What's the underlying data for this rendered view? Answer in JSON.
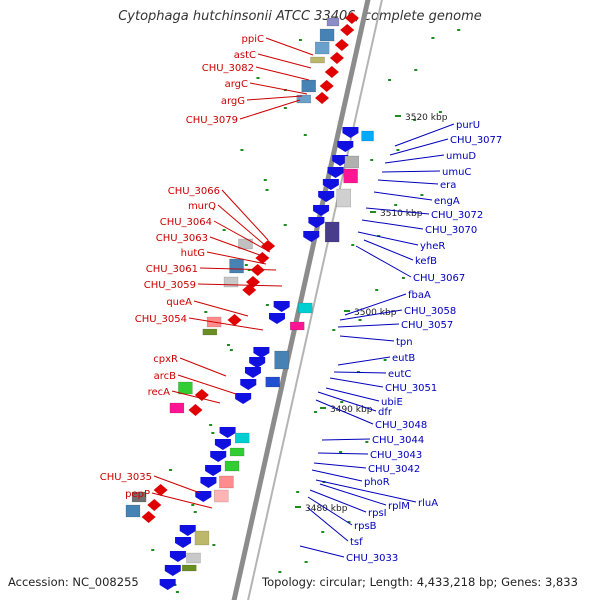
{
  "title": "Cytophaga hutchinsonii ATCC 33406, complete genome",
  "accession": "Accession: NC_008255",
  "topology": "Topology: circular; Length: 4,433,218 bp; Genes: 3,833",
  "colors": {
    "reverse_strand": "#e00000",
    "forward_strand": "#1010e0",
    "reverse_label": "#cc0000",
    "forward_label": "#0000bb",
    "backbone": "#8c8c8c",
    "tick": "#1e8c1e"
  },
  "scale_labels": [
    "3520 kbp",
    "3510 kbp",
    "3500 kbp",
    "3490 kbp",
    "3480 kbp"
  ],
  "left_labels": [
    "ppiC",
    "astC",
    "CHU_3082",
    "argC",
    "argG",
    "CHU_3079",
    "CHU_3066",
    "murQ",
    "CHU_3064",
    "CHU_3063",
    "hutG",
    "CHU_3061",
    "CHU_3059",
    "queA",
    "CHU_3054",
    "cpxR",
    "arcB",
    "recA",
    "CHU_3035",
    "pepP"
  ],
  "right_labels": [
    "purU",
    "CHU_3077",
    "umuD",
    "umuC",
    "era",
    "engA",
    "CHU_3072",
    "CHU_3070",
    "yheR",
    "kefB",
    "CHU_3067",
    "fbaA",
    "CHU_3058",
    "CHU_3057",
    "tpn",
    "eutB",
    "eutC",
    "CHU_3051",
    "ubiE",
    "dfr",
    "CHU_3048",
    "CHU_3044",
    "CHU_3043",
    "CHU_3042",
    "phoR",
    "rplM",
    "rluA",
    "rpsI",
    "rpsB",
    "tsf",
    "CHU_3033"
  ]
}
